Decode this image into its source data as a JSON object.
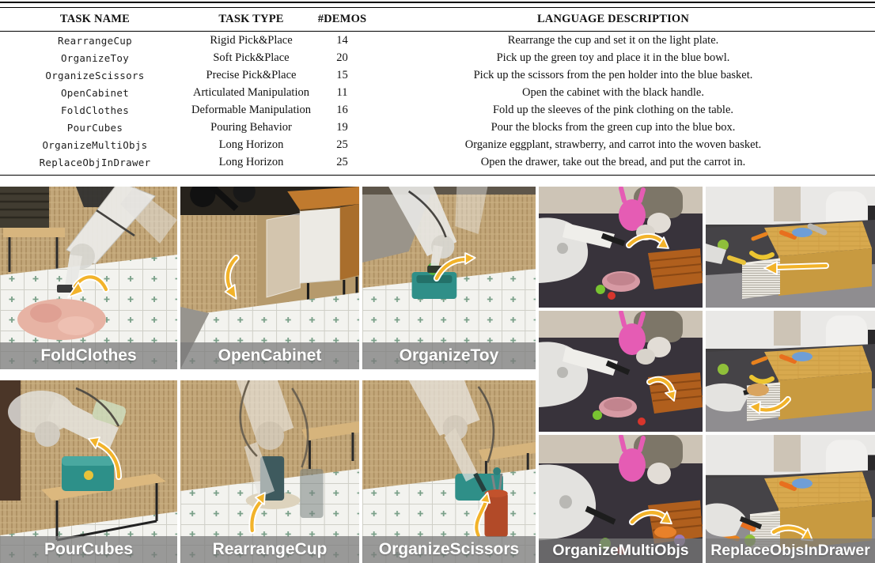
{
  "table": {
    "headers": [
      "TASK NAME",
      "TASK TYPE",
      "#DEMOS",
      "LANGUAGE DESCRIPTION"
    ],
    "rows": [
      {
        "name": "RearrangeCup",
        "type": "Rigid Pick&Place",
        "demos": "14",
        "description": "Rearrange the cup and set it on the light plate."
      },
      {
        "name": "OrganizeToy",
        "type": "Soft Pick&Place",
        "demos": "20",
        "description": "Pick up the green toy and place it in the blue bowl."
      },
      {
        "name": "OrganizeScissors",
        "type": "Precise Pick&Place",
        "demos": "15",
        "description": "Pick up the scissors from the pen holder into the blue basket."
      },
      {
        "name": "OpenCabinet",
        "type": "Articulated Manipulation",
        "demos": "11",
        "description": "Open the cabinet with the black handle."
      },
      {
        "name": "FoldClothes",
        "type": "Deformable Manipulation",
        "demos": "16",
        "description": "Fold up the sleeves of the pink clothing on the table."
      },
      {
        "name": "PourCubes",
        "type": "Pouring Behavior",
        "demos": "19",
        "description": "Pour the blocks from the green cup into the blue box."
      },
      {
        "name": "OrganizeMultiObjs",
        "type": "Long Horizon",
        "demos": "25",
        "description": "Organize eggplant, strawberry, and carrot into the woven basket."
      },
      {
        "name": "ReplaceObjInDrawer",
        "type": "Long Horizon",
        "demos": "25",
        "description": "Open the drawer, take out the bread, and put the carrot in."
      }
    ]
  },
  "photos": {
    "labels": {
      "fold": "FoldClothes",
      "cabinet": "OpenCabinet",
      "toy": "OrganizeToy",
      "pour": "PourCubes",
      "cup": "RearrangeCup",
      "scissors": "OrganizeScissors",
      "multi": "OrganizeMultiObjs",
      "drawer": "ReplaceObjsInDrawer"
    }
  },
  "colors": {
    "arrow": "#f2b32a",
    "label_bar": "rgba(122,122,122,0.74)"
  }
}
